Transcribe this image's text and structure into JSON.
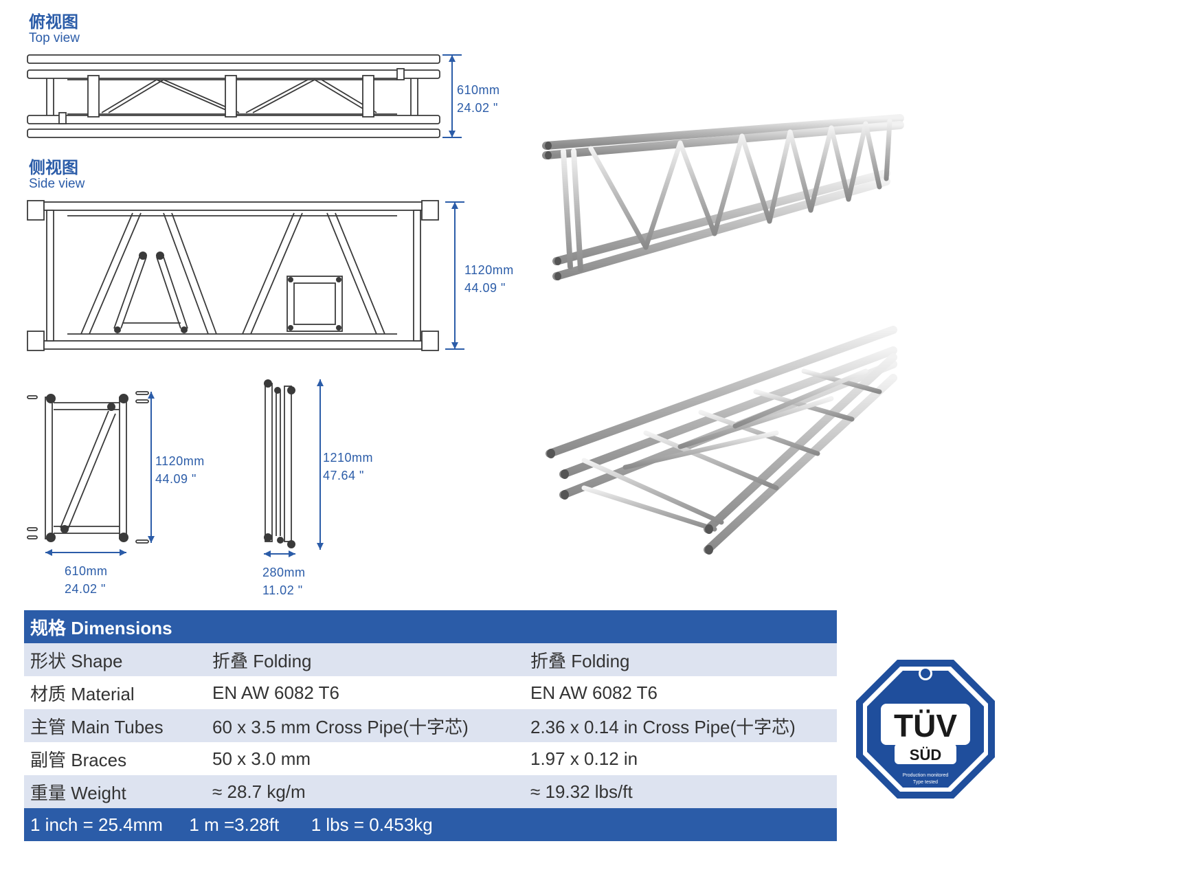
{
  "views": {
    "top": {
      "title_cn": "俯视图",
      "title_en": "Top view",
      "dim_mm": "610mm",
      "dim_in": "24.02 \""
    },
    "side": {
      "title_cn": "侧视图",
      "title_en": "Side view",
      "dim_mm": "1120mm",
      "dim_in": "44.09 \""
    },
    "end_open": {
      "height_mm": "1120mm",
      "height_in": "44.09 \"",
      "width_mm": "610mm",
      "width_in": "24.02 \""
    },
    "end_folded": {
      "height_mm": "1210mm",
      "height_in": "47.64 \"",
      "width_mm": "280mm",
      "width_in": "11.02 \""
    }
  },
  "table": {
    "header": "规格 Dimensions",
    "rows": [
      {
        "label": "形状 Shape",
        "metric": "折叠 Folding",
        "imperial": "折叠 Folding"
      },
      {
        "label": "材质 Material",
        "metric": "EN AW 6082 T6",
        "imperial": "EN AW 6082 T6"
      },
      {
        "label": "主管 Main Tubes",
        "metric": "60 x 3.5 mm Cross Pipe(十字芯)",
        "imperial": "2.36 x 0.14 in Cross Pipe(十字芯)"
      },
      {
        "label": "副管 Braces",
        "metric": "50 x 3.0 mm",
        "imperial": "1.97 x 0.12 in"
      },
      {
        "label": "重量 Weight",
        "metric": "≈ 28.7 kg/m",
        "imperial": "≈ 19.32 lbs/ft"
      }
    ],
    "footer": [
      "1 inch = 25.4mm",
      "1 m =3.28ft",
      "1 lbs = 0.453kg"
    ]
  },
  "badge": {
    "brand": "TÜV",
    "sub": "SÜD",
    "line1": "Production monitored",
    "line2": "Type tested",
    "color": "#1f4e9c"
  },
  "colors": {
    "accent": "#2b5ca8",
    "row_alt": "#dde3f0"
  }
}
